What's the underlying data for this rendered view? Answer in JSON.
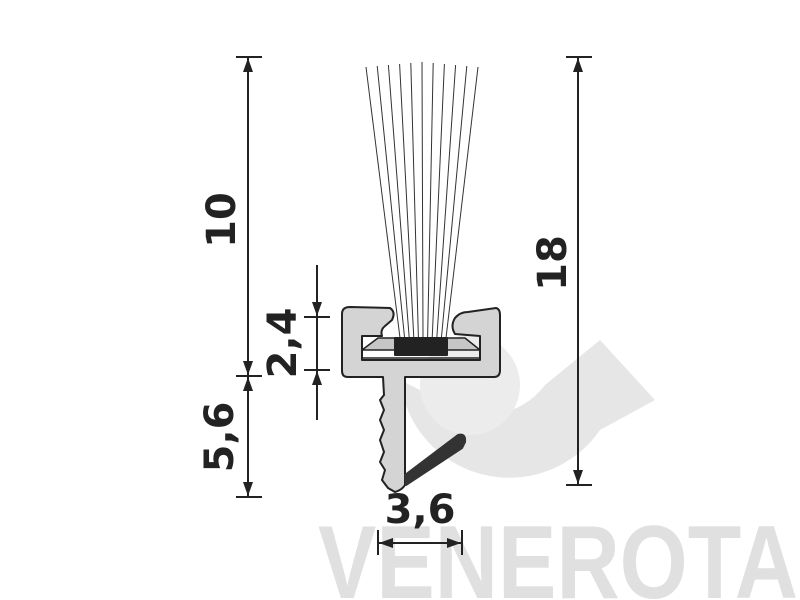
{
  "dimensions": {
    "top_height": "10",
    "bottom_height": "5,6",
    "channel_height": "2,4",
    "total_height": "18",
    "stem_width": "3,6"
  },
  "watermark": {
    "text": "VENEROTA"
  },
  "colors": {
    "profile": "#d4d4d4",
    "outline": "#222222",
    "watermark": "#e0e0e0"
  }
}
